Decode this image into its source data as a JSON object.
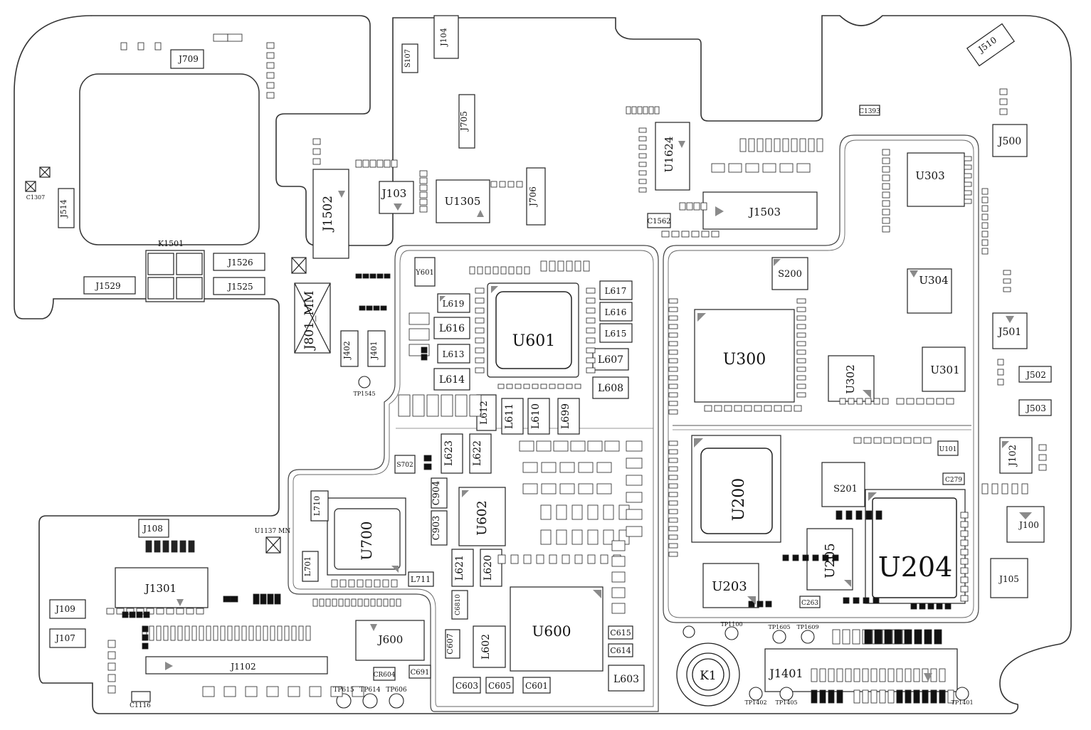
{
  "colors": {
    "outline": "#333333",
    "fill": "#ffffff",
    "ink": "#111111",
    "marker": "#8a8a8a"
  },
  "labels": {
    "U601": "U601",
    "U300": "U300",
    "U200": "U200",
    "U204": "U204",
    "U600": "U600",
    "U700": "U700",
    "U602": "U602",
    "U203": "U203",
    "U205": "U205",
    "U302": "U302",
    "U301": "U301",
    "U303": "U303",
    "U304": "U304",
    "U1305": "U1305",
    "U1624": "U1624",
    "S200": "S200",
    "S201": "S201",
    "U101": "U101",
    "J1502": "J1502",
    "J1503": "J1503",
    "J1526": "J1526",
    "J1525": "J1525",
    "J1529": "J1529",
    "J514": "J514",
    "J709": "J709",
    "J103": "J103",
    "J705": "J705",
    "J706": "J706",
    "J104": "J104",
    "J510": "J510",
    "J500": "J500",
    "J501": "J501",
    "J502": "J502",
    "J503": "J503",
    "J102": "J102",
    "J100": "J100",
    "J105": "J105",
    "J108": "J108",
    "J1301": "J1301",
    "J109": "J109",
    "J107": "J107",
    "J1102": "J1102",
    "J600": "J600",
    "J1401": "J1401",
    "J402": "J402",
    "J401": "J401",
    "J801_MM": "J801_MM",
    "K1501": "K1501",
    "K1": "K1",
    "L619": "L619",
    "L616": "L616",
    "L613": "L613",
    "L614": "L614",
    "L617": "L617",
    "L616b": "L616",
    "L615": "L615",
    "L607": "L607",
    "L608": "L608",
    "L612": "L612",
    "L611": "L611",
    "L610": "L610",
    "L699": "L699",
    "L623": "L623",
    "L622": "L622",
    "L621": "L621",
    "L620": "L620",
    "L602": "L602",
    "L603": "L603",
    "L710": "L710",
    "L701": "L701",
    "L711": "L711",
    "C903": "C903",
    "C904": "C904",
    "C603": "C603",
    "C605": "C605",
    "C601": "C601",
    "C607": "C607",
    "C691": "C691",
    "C615": "C615",
    "C614": "C614",
    "C1562": "C1562",
    "C1393": "C1393",
    "Y601": "Y601",
    "S107": "S107",
    "S702": "S702",
    "TP1545": "TP1545",
    "TP615": "TP615",
    "TP614": "TP614",
    "TP606": "TP606",
    "TP1402": "TP1402",
    "TP1405": "TP1405",
    "TP1401": "TP1401",
    "TP1605": "TP1605",
    "TP1609": "TP1609",
    "TP1100": "TP1100",
    "U1137MN": "U1137 MN",
    "C1116": "C1116",
    "CR604": "CR604",
    "C6810": "C6810",
    "C263": "C263",
    "C279": "C279",
    "C1307": "C1307"
  }
}
